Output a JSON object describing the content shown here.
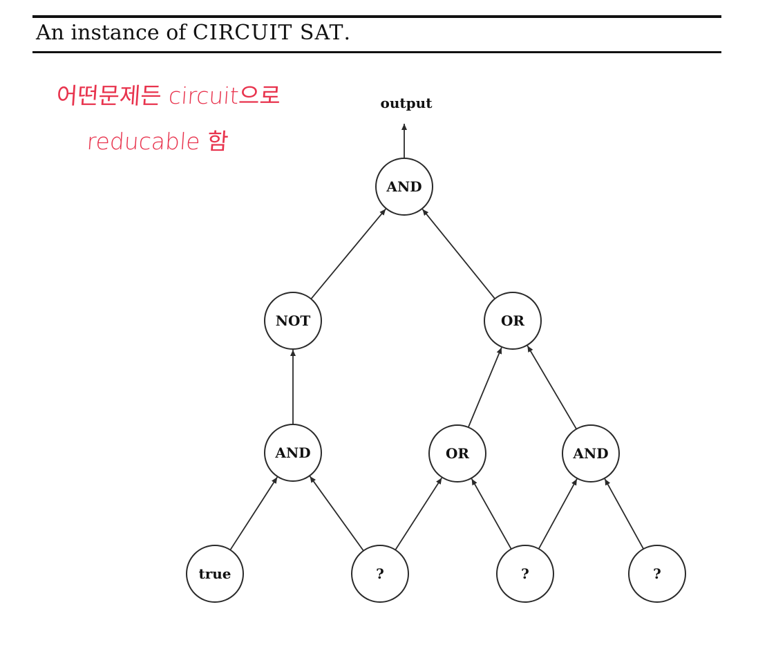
{
  "caption": {
    "prefix": "An instance of ",
    "problem": "CIRCUIT SAT",
    "suffix": "."
  },
  "annotations": {
    "line1": "어떤문제든 circuit으로",
    "line2": "reducable 함",
    "color": "#e8334d"
  },
  "output_label": "output",
  "nodes": {
    "top_and": "AND",
    "not_gate": "NOT",
    "right_or": "OR",
    "left_and": "AND",
    "mid_or": "OR",
    "right_and": "AND",
    "input_true": "true",
    "input_q1": "?",
    "input_q2": "?",
    "input_q3": "?"
  },
  "edges": [
    {
      "from": "top_and",
      "to": "output"
    },
    {
      "from": "not_gate",
      "to": "top_and"
    },
    {
      "from": "right_or",
      "to": "top_and"
    },
    {
      "from": "left_and",
      "to": "not_gate"
    },
    {
      "from": "mid_or",
      "to": "right_or"
    },
    {
      "from": "right_and",
      "to": "right_or"
    },
    {
      "from": "input_true",
      "to": "left_and"
    },
    {
      "from": "input_q1",
      "to": "left_and"
    },
    {
      "from": "input_q1",
      "to": "mid_or"
    },
    {
      "from": "input_q2",
      "to": "mid_or"
    },
    {
      "from": "input_q2",
      "to": "right_and"
    },
    {
      "from": "input_q3",
      "to": "right_and"
    }
  ]
}
